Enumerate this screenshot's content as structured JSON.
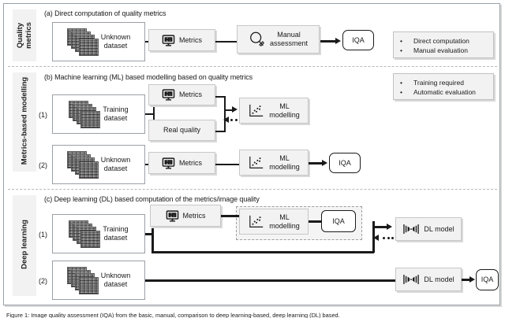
{
  "figure": {
    "caption": "Figure 1: Image quality assessment (IQA) from the basic, manual, comparison to deep learning-based, deep learning (DL) based."
  },
  "sidebar": {
    "items": [
      {
        "label": "Quality\nmetrics",
        "name": "quality-metrics"
      },
      {
        "label": "Metrics-based modelling",
        "name": "metrics-based-modelling"
      },
      {
        "label": "Deep learning",
        "name": "deep-learning"
      }
    ]
  },
  "sections": [
    {
      "id": "a",
      "title": "(a) Direct computation of quality metrics",
      "note": [
        "Direct computation",
        "Manual evaluation"
      ],
      "rows": [
        {
          "tag": "",
          "nodes": [
            "Unknown\ndataset",
            "Metrics",
            "Manual\nassessment",
            "IQA"
          ]
        }
      ]
    },
    {
      "id": "b",
      "title": "(b) Machine learning (ML) based modelling based on quality metrics",
      "note": [
        "Training required",
        "Automatic evaluation"
      ],
      "rows": [
        {
          "tag": "(1)",
          "nodes": [
            "Training\ndataset",
            "Metrics",
            "Real quality",
            "ML\nmodelling"
          ]
        },
        {
          "tag": "(2)",
          "nodes": [
            "Unknown\ndataset",
            "Metrics",
            "ML\nmodelling",
            "IQA"
          ]
        }
      ]
    },
    {
      "id": "c",
      "title": "(c) Deep learning (DL) based computation of the metrics/image quality",
      "note": [],
      "rows": [
        {
          "tag": "(1)",
          "nodes": [
            "Training\ndataset",
            "Metrics",
            "ML\nmodelling",
            "IQA",
            "DL model"
          ]
        },
        {
          "tag": "(2)",
          "nodes": [
            "Unknown\ndataset",
            "DL model",
            "IQA"
          ]
        }
      ]
    }
  ],
  "labels": {
    "unknown_dataset": "Unknown\ndataset",
    "training_dataset": "Training\ndataset",
    "metrics": "Metrics",
    "real_quality": "Real quality",
    "ml_modelling": "ML\nmodelling",
    "manual_assessment": "Manual\nassessment",
    "iqa": "IQA",
    "dl_model": "DL model",
    "row1": "(1)",
    "row2": "(2)"
  },
  "icons": {
    "metrics": "monitor-metrics-icon",
    "ml": "scatter-plot-icon",
    "manual": "magnifier-icon",
    "dl": "neural-network-icon",
    "dataset": "image-stack-icon"
  },
  "colors": {
    "ink": "#1a1a1a",
    "panel_fill": "#f2f2f2",
    "panel_border": "#c7c7c7",
    "box_border": "#9aa0a6",
    "shadow": "#d9d9d9"
  }
}
